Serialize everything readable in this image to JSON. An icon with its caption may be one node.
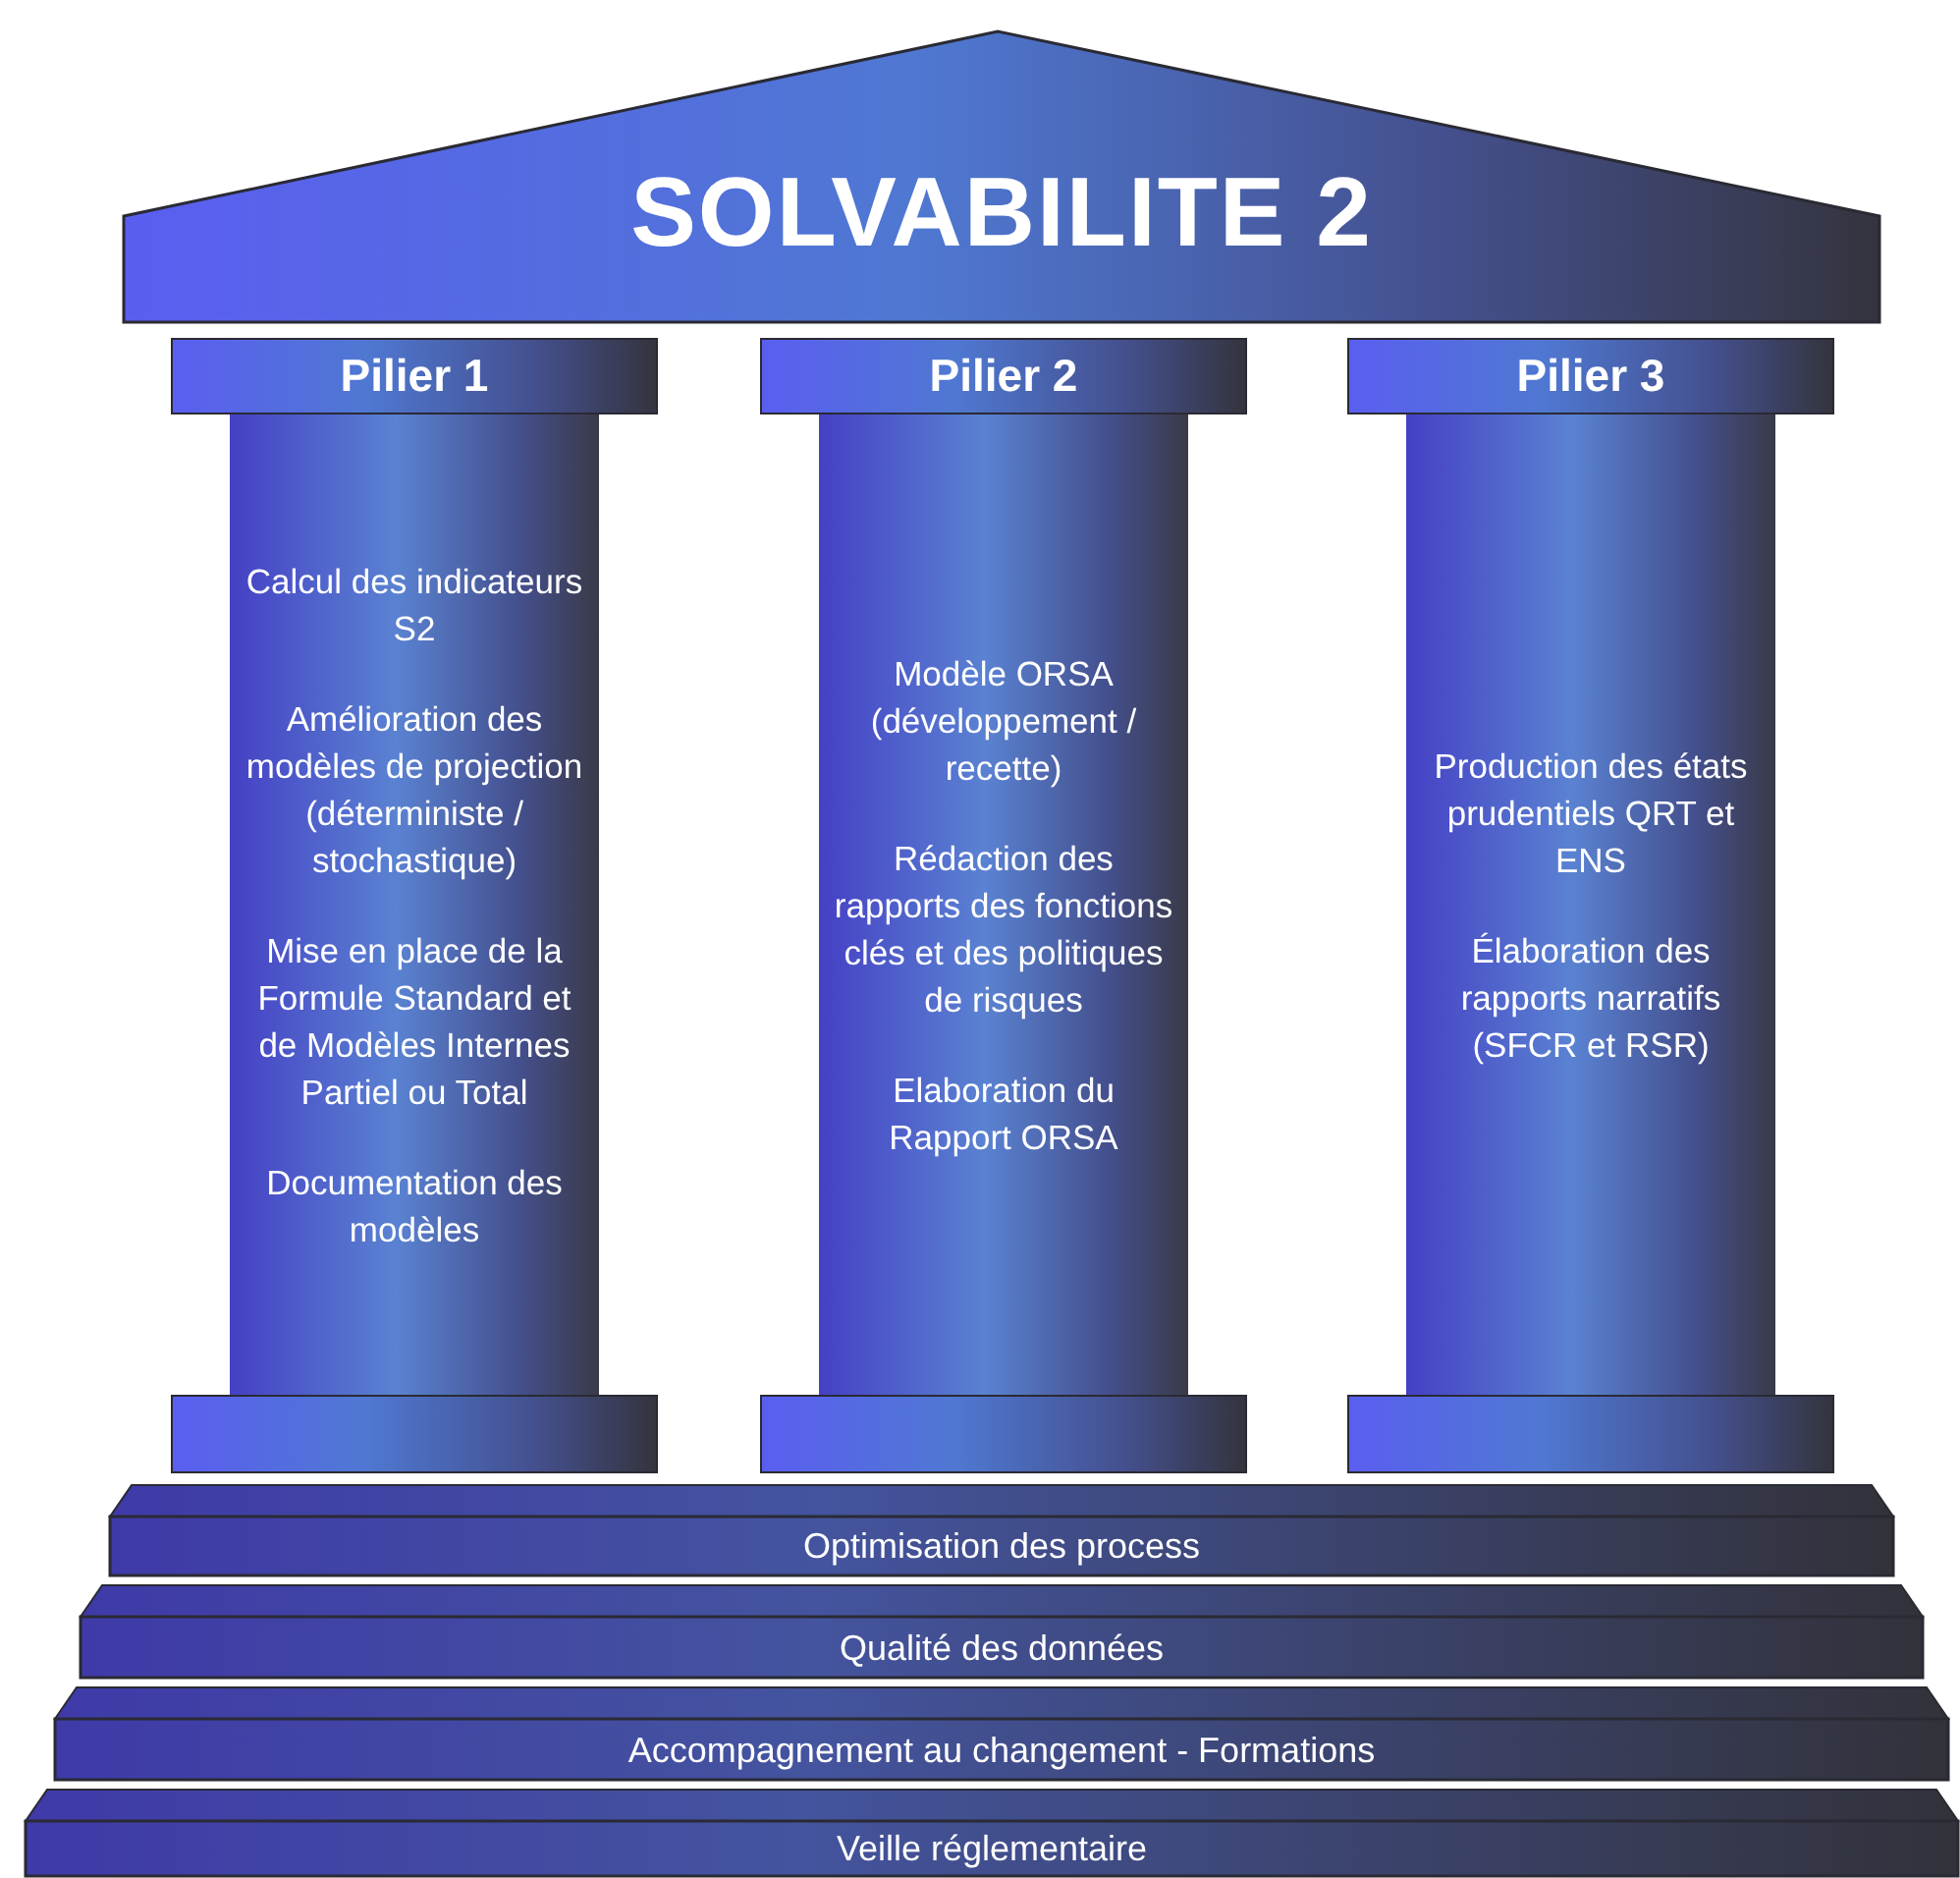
{
  "diagram": {
    "nodes": [
      {
        "text": [
          "SOLVABILITE 2"
        ]
      },
      {
        "text": [
          "Pilier 1"
        ]
      },
      {
        "text": [
          "Calcul des indicateurs S2",
          "Amélioration des modèles de projection (déterministe / stochastique)",
          "Mise en place de la Formule Standard et de Modèles Internes Partiel ou Total",
          "Documentation des modèles"
        ]
      },
      {
        "text": [],
        "shape": "box"
      },
      {
        "text": [
          "Pilier 2"
        ]
      },
      {
        "text": [
          "Modèle ORSA (développement / recette)",
          "Rédaction des rapports des fonctions clés et des politiques de risques",
          "Elaboration du Rapport ORSA"
        ]
      },
      {
        "text": [],
        "shape": "box"
      },
      {
        "text": [
          "Pilier 3"
        ]
      },
      {
        "text": [
          "Production des états prudentiels QRT et ENS",
          "Élaboration des rapports narratifs (SFCR et RSR)"
        ]
      },
      {
        "text": [],
        "shape": "box"
      },
      {
        "text": [
          "Optimisation des process"
        ]
      },
      {
        "text": [
          "Qualité des données"
        ]
      },
      {
        "text": [
          "Accompagnement au changement - Formations"
        ]
      },
      {
        "text": [
          "Veille réglementaire"
        ]
      }
    ]
  }
}
